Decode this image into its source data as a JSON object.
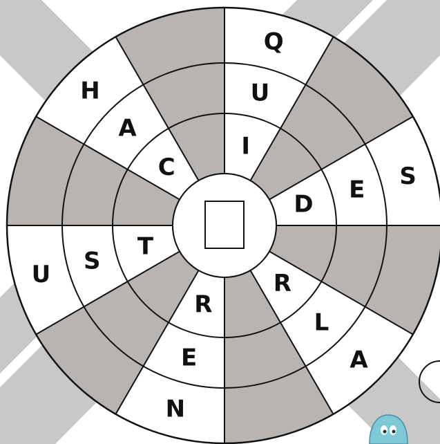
{
  "puzzle": {
    "sectors": 12,
    "rings": 3,
    "colors": {
      "background": "#ffffff",
      "stripe": "#c8c8c8",
      "shaded_cell": "#b8b4b2",
      "open_cell": "#ffffff",
      "line": "#111111"
    },
    "center_box": {
      "value": "",
      "icon": "empty-square"
    },
    "letters": [
      {
        "id": "q",
        "sector": 0,
        "ring": 2,
        "text": "Q"
      },
      {
        "id": "u1",
        "sector": 0,
        "ring": 1,
        "text": "U"
      },
      {
        "id": "i",
        "sector": 0,
        "ring": 0,
        "text": "I"
      },
      {
        "id": "s1",
        "sector": 2,
        "ring": 2,
        "text": "S"
      },
      {
        "id": "e1",
        "sector": 2,
        "ring": 1,
        "text": "E"
      },
      {
        "id": "d",
        "sector": 2,
        "ring": 0,
        "text": "D"
      },
      {
        "id": "r1",
        "sector": 4,
        "ring": 0,
        "text": "R"
      },
      {
        "id": "l",
        "sector": 4,
        "ring": 1,
        "text": "L"
      },
      {
        "id": "a1",
        "sector": 4,
        "ring": 2,
        "text": "A"
      },
      {
        "id": "r2",
        "sector": 6,
        "ring": 0,
        "text": "R"
      },
      {
        "id": "e2",
        "sector": 6,
        "ring": 1,
        "text": "E"
      },
      {
        "id": "n",
        "sector": 6,
        "ring": 2,
        "text": "N"
      },
      {
        "id": "t",
        "sector": 8,
        "ring": 0,
        "text": "T"
      },
      {
        "id": "s2",
        "sector": 8,
        "ring": 1,
        "text": "S"
      },
      {
        "id": "u2",
        "sector": 8,
        "ring": 2,
        "text": "U"
      },
      {
        "id": "c",
        "sector": 10,
        "ring": 0,
        "text": "C"
      },
      {
        "id": "a2",
        "sector": 10,
        "ring": 1,
        "text": "A"
      },
      {
        "id": "h",
        "sector": 10,
        "ring": 2,
        "text": "H"
      }
    ],
    "decorations": [
      {
        "name": "blue-mascot-icon",
        "color": "#7ec8d8"
      }
    ]
  }
}
